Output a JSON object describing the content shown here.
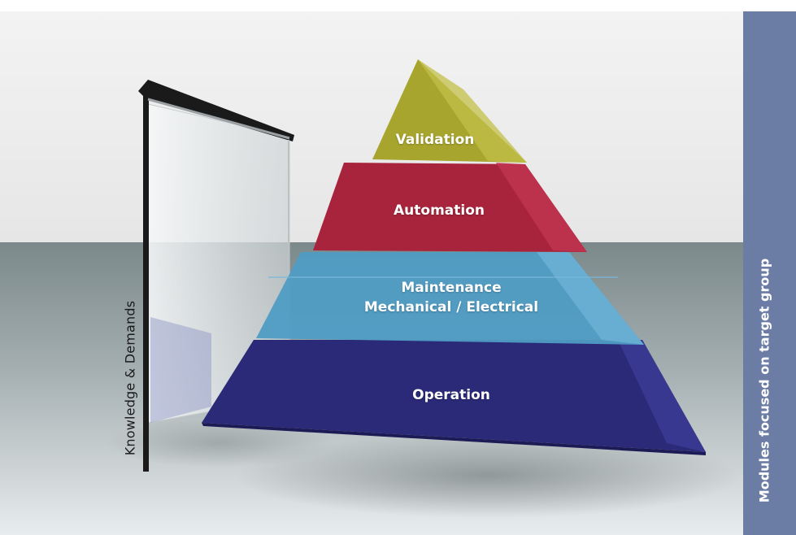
{
  "pyramid": {
    "levels": [
      {
        "name": "Validation",
        "color": "#a8a52e"
      },
      {
        "name": "Automation",
        "color": "#a8243c"
      },
      {
        "name": "Maintenance\nMechanical / Electrical",
        "lines": [
          "Maintenance",
          "Mechanical / Electrical"
        ],
        "color": "#4f9cc4"
      },
      {
        "name": "Operation",
        "color": "#2b2a78"
      }
    ]
  },
  "axis": {
    "label": "Knowledge & Demands"
  },
  "side_panel": {
    "label": "Modules focused on target group",
    "color": "#6b7da5"
  },
  "colors": {
    "background_upper": "#efefef",
    "background_lower": "#7d8a8c",
    "arrow": "#1a1a1a"
  }
}
